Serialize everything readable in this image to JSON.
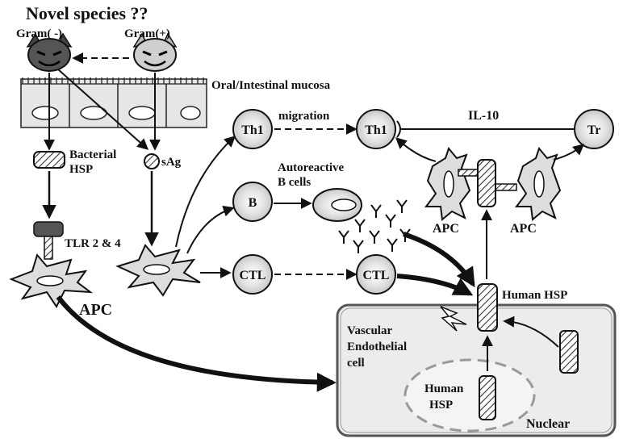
{
  "title": "Novel species ??",
  "bacteria": {
    "gram_negative": "Gram( -)",
    "gram_positive": "Gram(+)"
  },
  "mucosa_label": "Oral/Intestinal mucosa",
  "bacterial_hsp": [
    "Bacterial",
    "HSP"
  ],
  "sag": "sAg",
  "tlr": "TLR 2 & 4",
  "apc_main": "APC",
  "cells": {
    "th1_a": "Th1",
    "th1_b": "Th1",
    "b": "B",
    "ctl_a": "CTL",
    "ctl_b": "CTL",
    "tr": "Tr"
  },
  "migration": "migration",
  "il10": "IL-10",
  "autoreactive": [
    "Autoreactive",
    "B cells"
  ],
  "apc_right_left": "APC",
  "apc_right_right": "APC",
  "human_hsp": "Human HSP",
  "vascular": [
    "Vascular",
    "Endothelial",
    "cell"
  ],
  "nucleus_hsp": [
    "Human",
    "HSP"
  ],
  "nuclear": "Nuclear"
}
